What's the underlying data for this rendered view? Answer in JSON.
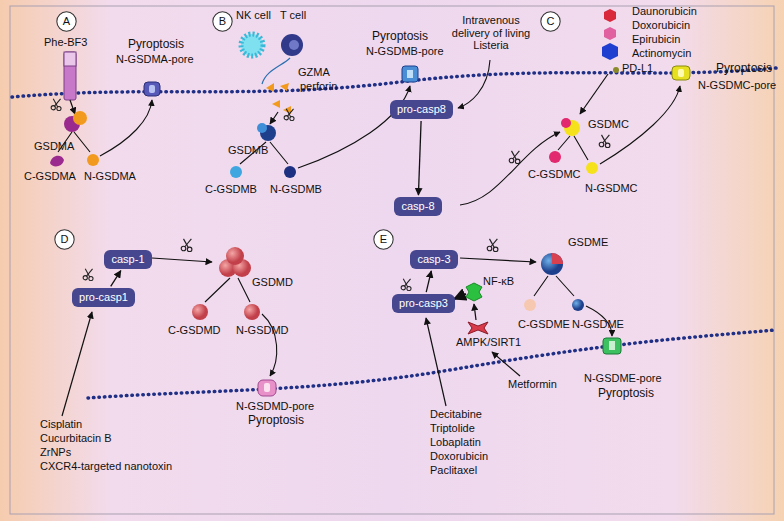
{
  "diagram": {
    "nodes": [
      {
        "text": [
          "A"
        ]
      },
      {
        "text": [
          "B"
        ]
      },
      {
        "text": [
          "C"
        ]
      },
      {
        "text": [
          "pro-casp8"
        ]
      },
      {
        "text": [
          "casp-8"
        ]
      },
      {
        "text": [
          "D"
        ]
      },
      {
        "text": [
          "pro-casp1"
        ]
      },
      {
        "text": [
          "casp-1"
        ]
      },
      {
        "text": [
          "E"
        ]
      },
      {
        "text": [
          "casp-3"
        ]
      },
      {
        "text": [
          "pro-casp3"
        ]
      }
    ],
    "edges": [
      {
        "from": 3,
        "to": 4,
        "arrow": "to"
      },
      {
        "from": 6,
        "to": 7,
        "arrow": "to"
      },
      {
        "from": 10,
        "to": 9,
        "arrow": "to"
      }
    ],
    "labels": [
      "Phe-BF3",
      "Pyroptosis",
      "N-GSDMA-pore",
      "GSDMA",
      "C-GSDMA",
      "N-GSDMA",
      "NK cell",
      "T cell",
      "GZMA",
      "perforin",
      "Pyroptosis",
      "N-GSDMB-pore",
      "GSDMB",
      "C-GSDMB",
      "N-GSDMB",
      "Intravenous delivery of living Listeria",
      "Daunorubicin",
      "Doxorubicin",
      "Epirubicin",
      "Actinomycin",
      "PD-L1",
      "Pyroptosis",
      "N-GSDMC-pore",
      "GSDMC",
      "C-GSDMC",
      "N-GSDMC",
      "GSDMD",
      "C-GSDMD",
      "N-GSDMD",
      "N-GSDMD-pore",
      "Pyroptosis",
      "Cisplatin",
      "Cucurbitacin B",
      "ZrNPs",
      "CXCR4-targeted nanotoxin",
      "GSDME",
      "NF-κB",
      "AMPK/SIRT1",
      "C-GSDME",
      "N-GSDME",
      "N-GSDME-pore",
      "Pyroptosis",
      "Decitabine",
      "Triptolide",
      "Lobaplatin",
      "Doxorubicin",
      "Paclitaxel",
      "Metformin"
    ]
  }
}
